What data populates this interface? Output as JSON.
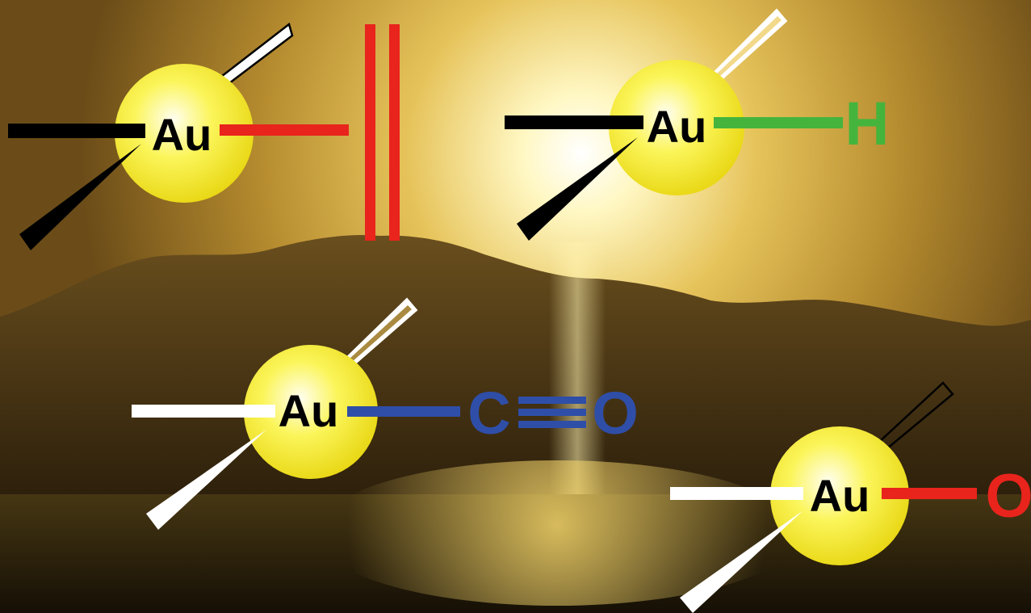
{
  "complexes": [
    {
      "metal": "Au",
      "ligand": "",
      "bond_color": "#e8241c",
      "ligand_color": "#e8241c",
      "ligand_kind": "alkene"
    },
    {
      "metal": "Au",
      "ligand": "H",
      "bond_color": "#45b43d",
      "ligand_color": "#45b43d",
      "ligand_kind": "hydride"
    },
    {
      "metal": "Au",
      "ligand": "CO",
      "ligand_c": "C",
      "ligand_o": "O",
      "bond_color": "#2f4ea8",
      "ligand_color": "#2f4ea8",
      "ligand_kind": "carbonyl"
    },
    {
      "metal": "Au",
      "ligand": "O",
      "bond_color": "#e8241c",
      "ligand_color": "#e8241c",
      "ligand_kind": "oxo"
    }
  ],
  "colors": {
    "sphere": "#f4ee2a",
    "sphere_highlight": "#fffde0",
    "sky_top": "#7a5a1c",
    "sky_glow": "#fff8c8",
    "mountain": "#3b2a12",
    "sea": "#1e1608"
  }
}
